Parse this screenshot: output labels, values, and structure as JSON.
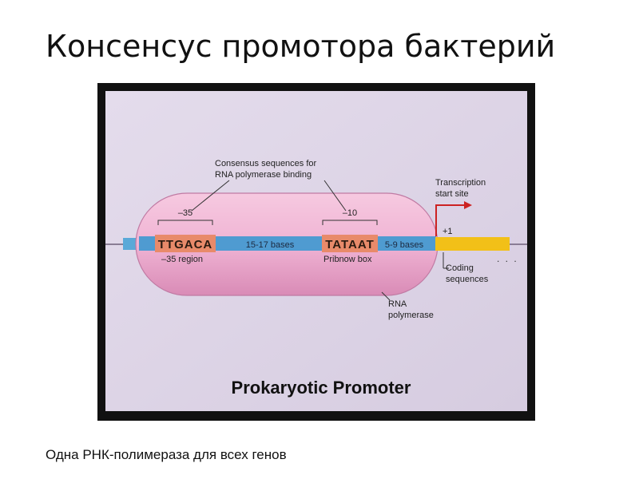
{
  "title": "Консенсус промотора бактерий",
  "caption": "Одна РНК-полимераза для всех генов",
  "figure": {
    "consensus_label": [
      "Consensus sequences for",
      "RNA polymerase binding"
    ],
    "minus35": {
      "position": "–35",
      "sequence": "TTGACA",
      "name": "–35 region"
    },
    "spacer_35_10": "15-17 bases",
    "minus10": {
      "position": "–10",
      "sequence": "TATAAT",
      "name": "Pribnow box"
    },
    "spacer_10_start": "5-9 bases",
    "transcription_start": [
      "Transcription",
      "start site"
    ],
    "plus1": "+1",
    "coding": [
      "Coding",
      "sequences"
    ],
    "rnap": [
      "RNA",
      "polymerase"
    ],
    "panel_title": "Prokaryotic Promoter",
    "colors": {
      "frame": "#111111",
      "panel": "#ddd4e6",
      "polymerase": "#f0b4d4",
      "promoter_dna": "#4f9bd1",
      "consensus_box": "#e88a6a",
      "coding_dna": "#f2c018",
      "arrow": "#cc2222"
    }
  }
}
